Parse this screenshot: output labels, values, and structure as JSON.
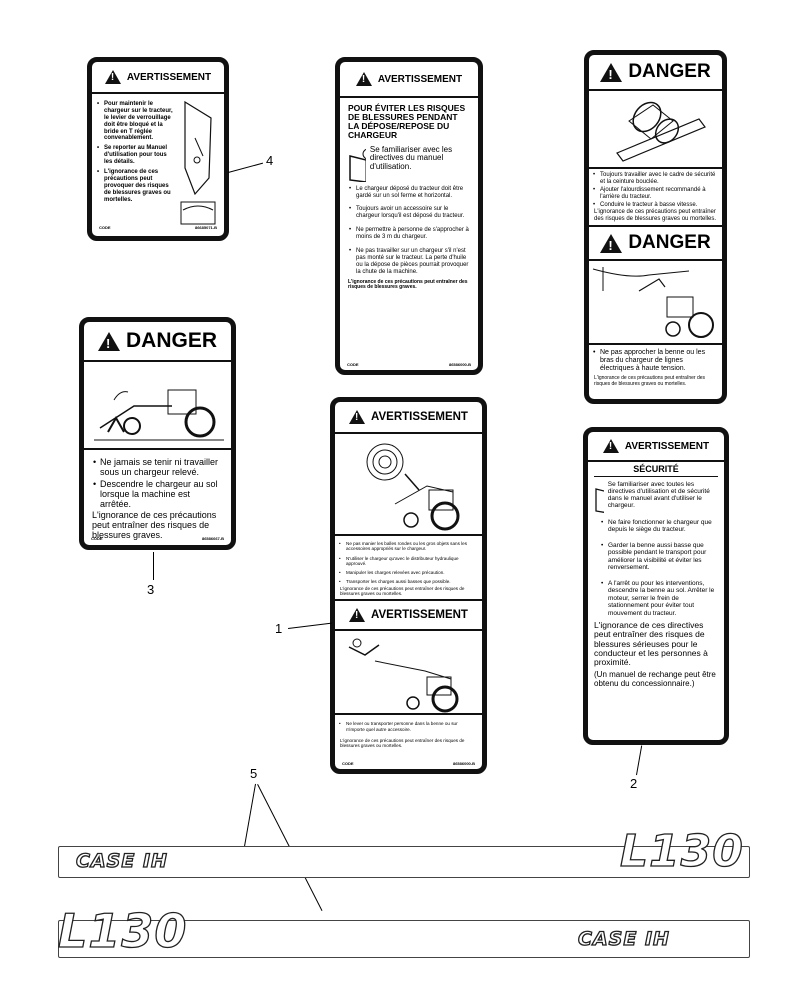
{
  "callouts": {
    "n1": "1",
    "n2": "2",
    "n3": "3",
    "n4": "4",
    "n5": "5"
  },
  "decal4": {
    "header": "AVERTISSEMENT",
    "b1": "Pour maintenir le chargeur sur le tracteur, le levier de verrouillage doit être bloqué et la bride en T réglée convenablement.",
    "b2": "Se reporter au Manuel d'utilisation pour tous les détails.",
    "b3": "L'ignorance de ces précautions peut provoquer des risques de blessures graves ou mortelles.",
    "code": "CODE",
    "partno": "86685071-B"
  },
  "decal_mid": {
    "header": "AVERTISSEMENT",
    "title": "POUR ÉVITER LES RISQUES DE BLESSURES PENDANT LA DÉPOSE/REPOSE DU CHARGEUR",
    "book": "Se familiariser avec les directives du manuel d'utilisation.",
    "b1": "Le chargeur déposé du tracteur doit être gardé sur un sol ferme et horizontal.",
    "b2": "Toujours avoir un accessoire sur le chargeur lorsqu'il est déposé du tracteur.",
    "b3": "Ne permettre à personne de s'approcher à moins de 3 m du chargeur.",
    "b4": "Ne pas travailler sur un chargeur s'il n'est pas monté sur le tracteur. La perte d'huile ou la dépose de pièces pourrait provoquer la chute de la machine.",
    "warn": "L'ignorance de ces précautions peut entraîner des risques de blessures graves.",
    "code": "CODE",
    "partno": "86586000-B"
  },
  "decal_rt": {
    "header1": "DANGER",
    "b1": "Toujours travailler avec le cadre de sécurité et la ceinture bouclée.",
    "b2": "Ajouter l'alourdissement recommandé à l'arrière du tracteur.",
    "b3": "Conduire le tracteur à basse vitesse.",
    "warn1": "L'ignorance de ces précautions peut entraîner des risques de blessures graves ou mortelles.",
    "header2": "DANGER",
    "b4": "Ne pas approcher la benne ou les bras du chargeur de lignes électriques à haute tension.",
    "warn2": "L'ignorance de ces précautions peut entraîner des risques de blessures graves ou mortelles."
  },
  "decal3": {
    "header": "DANGER",
    "b1": "Ne jamais se tenir ni travailler sous un chargeur relevé.",
    "b2": "Descendre le chargeur au sol lorsque la machine est arrêtée.",
    "warn": "L'ignorance de ces précautions peut entraîner des risques de blessures graves.",
    "code": "CODE",
    "partno": "86586667-B"
  },
  "decal1": {
    "header1": "AVERTISSEMENT",
    "b1": "Ne pas manier les balles rondes ou les gros objets sans les accessoires appropriés sur le chargeur.",
    "b2": "N'utiliser le chargeur qu'avec le distributeur hydraulique approuvé.",
    "b3": "Manipuler les charges relevées avec précaution.",
    "b4": "Transporter les charges aussi basses que possible.",
    "warn1": "L'ignorance de ces précautions peut entraîner des risques de blessures graves ou mortelles.",
    "header2": "AVERTISSEMENT",
    "b5": "Ne lever ou transporter personne dans la benne ou sur n'importe quel autre accessoire.",
    "warn2": "L'ignorance de ces précautions peut entraîner des risques de blessures graves ou mortelles.",
    "code": "CODE",
    "partno": "86586000-B"
  },
  "decal2": {
    "header": "AVERTISSEMENT",
    "sub": "SÉCURITÉ",
    "book": "Se familiariser avec toutes les directives d'utilisation et de sécurité dans le manuel avant d'utiliser le chargeur.",
    "b1": "Ne faire fonctionner le chargeur que depuis le siège du tracteur.",
    "b2": "Garder la benne aussi basse que possible pendant le transport pour améliorer la visibilité et éviter les renversement.",
    "b3": "A l'arrêt ou pour les interventions, descendre la benne au sol. Arrêter le moteur, serrer le frein de stationnement pour éviter tout mouvement du tracteur.",
    "warn": "L'ignorance de ces directives peut entraîner des risques de blessures sérieuses pour le conducteur et les personnes à proximité.",
    "note": "(Un manuel de rechange peut être obtenu du concessionnaire.)"
  },
  "stripes": {
    "brand": "CASE",
    "brand2": "IH",
    "model": "L130"
  }
}
